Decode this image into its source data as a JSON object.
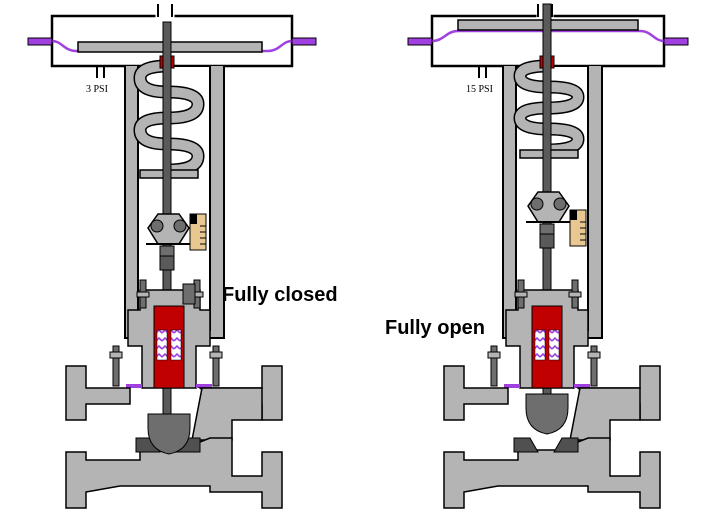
{
  "valves": [
    {
      "id": "closed",
      "pressure_label": "3 PSI",
      "caption": "Fully closed",
      "state": "closed"
    },
    {
      "id": "open",
      "pressure_label": "15 PSI",
      "caption": "Fully open",
      "state": "open"
    }
  ],
  "colors": {
    "body": "#b4b4b4",
    "stem": "#5a5a5a",
    "plug": "#6e6e6e",
    "seat": "#505050",
    "packing": "#c00000",
    "packing_inner": "#ffffff",
    "packing_spiral": "#a040e0",
    "diaphragm": "#a040e0",
    "scale": "#e8c890",
    "outline": "#000000"
  }
}
